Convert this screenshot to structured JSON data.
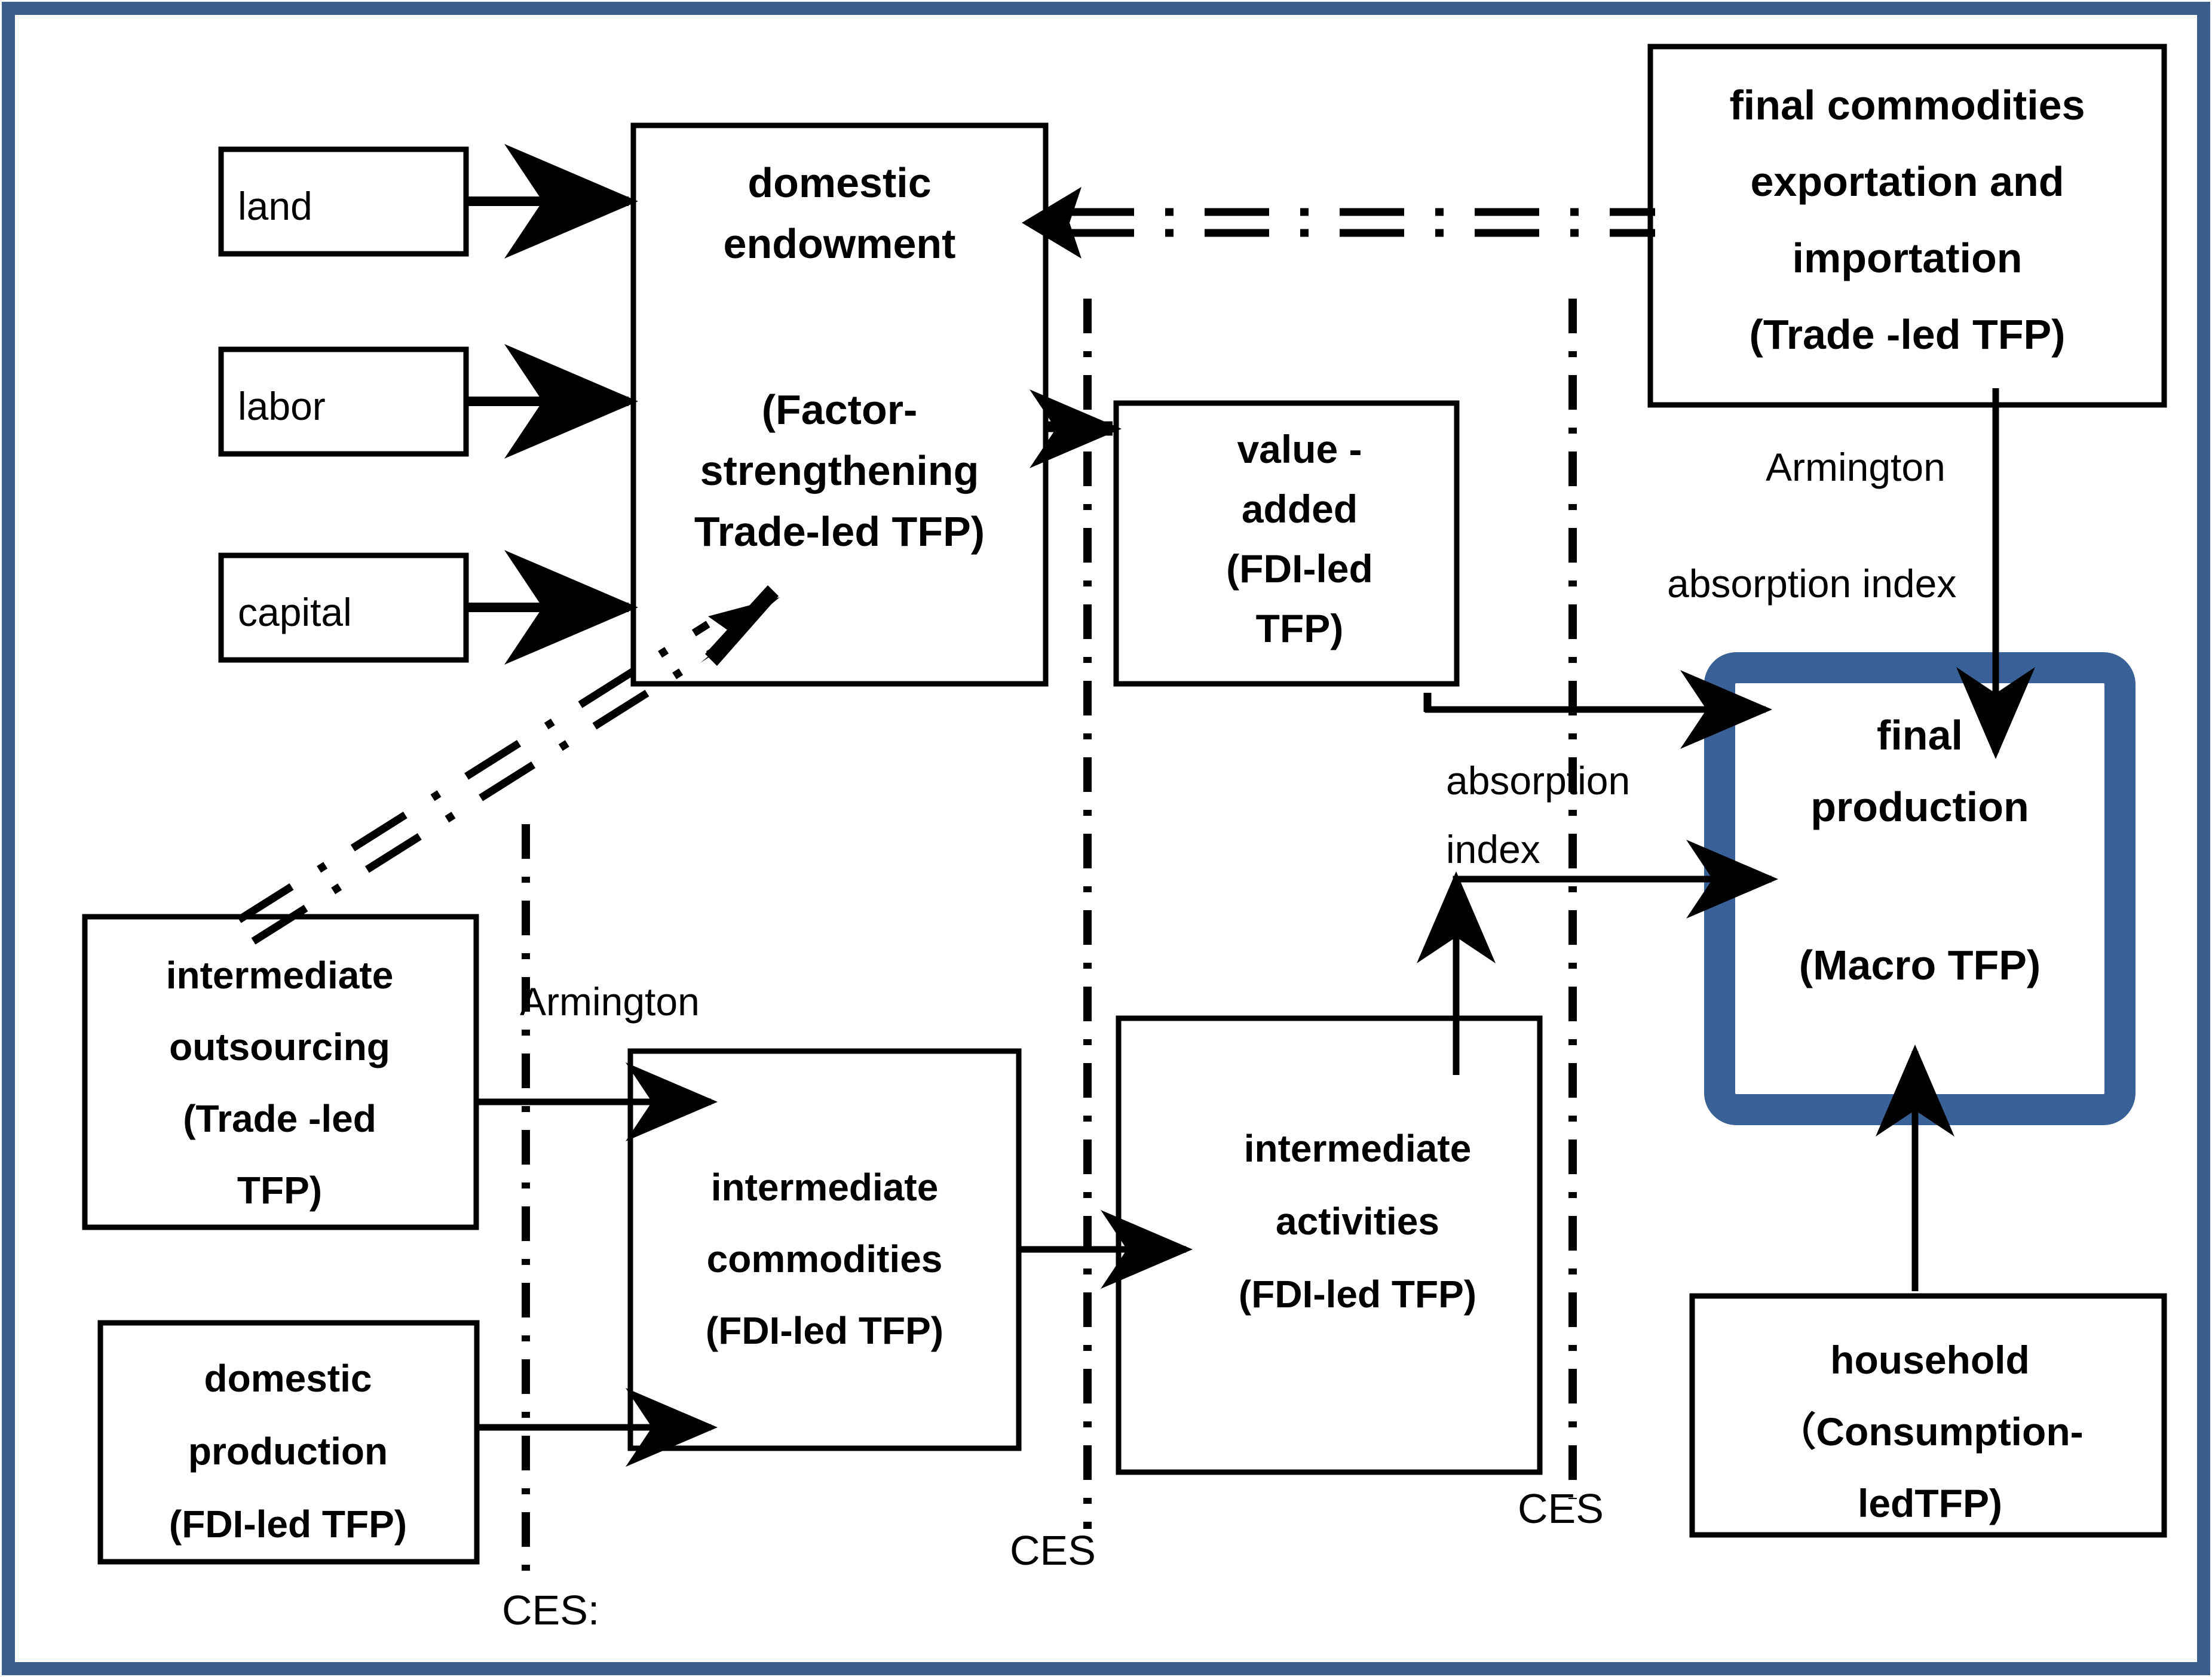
{
  "frame": {
    "border_color": "#3A5F8C"
  },
  "highlight": {
    "border_color": "#3A6098"
  },
  "nodes": {
    "land": {
      "label": "land"
    },
    "labor": {
      "label": "labor"
    },
    "capital": {
      "label": "capital"
    },
    "domestic_endowment": {
      "line1": "domestic",
      "line2": "endowment",
      "line3": "(Factor-",
      "line4": "strengthening",
      "line5": "Trade-led TFP)"
    },
    "value_added": {
      "line1": "value -",
      "line2": "added",
      "line3": "(FDI-led",
      "line4": "TFP)"
    },
    "final_commodities": {
      "line1": "final commodities",
      "line2": "exportation and",
      "line3": "importation",
      "line4": "(Trade -led TFP)"
    },
    "final_production": {
      "line1": "final",
      "line2": "production",
      "line3": "(Macro TFP)"
    },
    "intermediate_outsourcing": {
      "line1": "intermediate",
      "line2": "outsourcing",
      "line3": "(Trade -led",
      "line4": "TFP)"
    },
    "domestic_production": {
      "line1": "domestic",
      "line2": "production",
      "line3": "(FDI-led TFP)"
    },
    "intermediate_commodities": {
      "line1": "intermediate",
      "line2": "commodities",
      "line3": "(FDI-led TFP)"
    },
    "intermediate_activities": {
      "line1": "intermediate",
      "line2": "activities",
      "line3": "(FDI-led TFP)"
    },
    "household": {
      "line1": "household",
      "line2": "（Consumption-",
      "line3": "ledTFP)"
    }
  },
  "annotations": {
    "armington_left": "Armington",
    "armington_right_line1": "Armington",
    "armington_right_line2": "absorption  index",
    "absorption_line1": "absorption",
    "absorption_line2": "index",
    "ces_left": "CES:",
    "ces_middle": "CES",
    "ces_right": "CES"
  }
}
